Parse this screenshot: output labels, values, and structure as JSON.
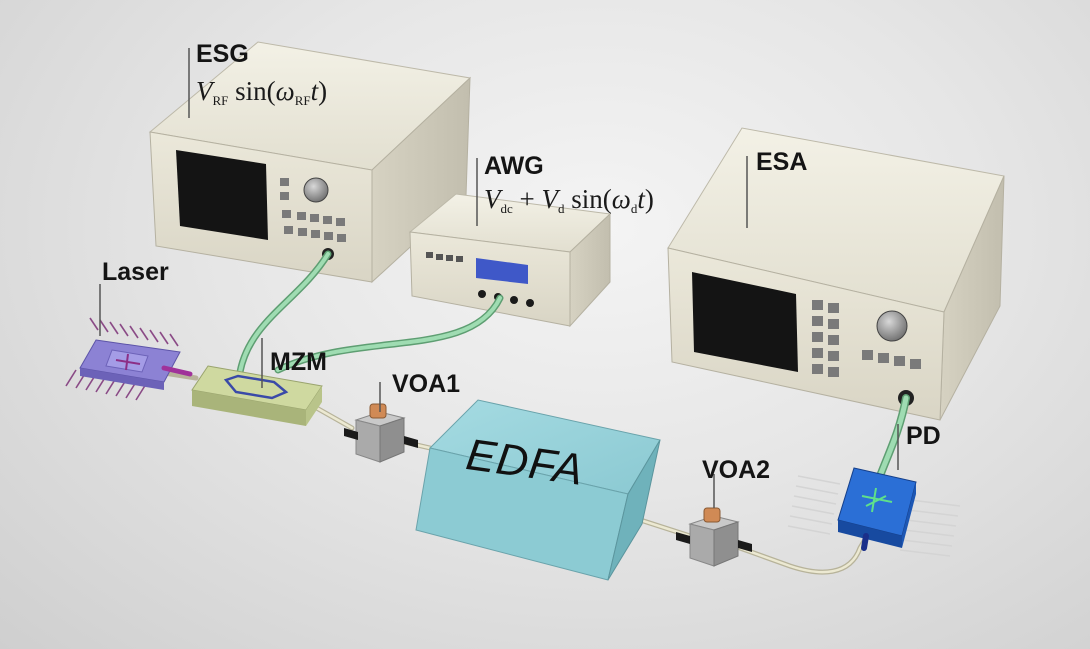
{
  "labels": {
    "esg": "ESG",
    "awg": "AWG",
    "esa": "ESA",
    "laser": "Laser",
    "mzm": "MZM",
    "voa1": "VOA1",
    "voa2": "VOA2",
    "edfa": "EDFA",
    "pd": "PD"
  },
  "formulas": {
    "esg": {
      "amp": "V",
      "amp_sub": "RF",
      "fn": " sin(",
      "omega": "ω",
      "omega_sub": "RF",
      "t": "t",
      "close": ")"
    },
    "awg": {
      "v1": "V",
      "v1_sub": "dc",
      "plus": " + ",
      "v2": "V",
      "v2_sub": "d",
      "fn": " sin(",
      "omega": "ω",
      "omega_sub": "d",
      "t": "t",
      "close": ")"
    }
  },
  "colors": {
    "instrument_body": "#e9e6d8",
    "instrument_side": "#cfcbbb",
    "screen": "#161616",
    "rf_cable": "#8fd0a4",
    "fiber": "#d9d6bc",
    "edfa": "#8ccbd3",
    "laser": "#8c82d4",
    "mzm": "#c9d49a",
    "pd": "#1f5fc9",
    "awg_display": "#3f58c8",
    "voa_knob": "#d08a55"
  }
}
